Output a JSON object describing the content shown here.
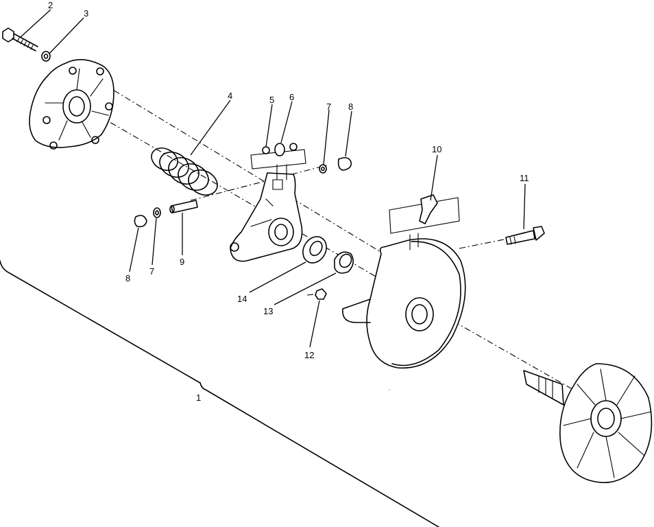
{
  "callouts": [
    {
      "id": "c1",
      "text": "1"
    },
    {
      "id": "c2",
      "text": "2"
    },
    {
      "id": "c3",
      "text": "3"
    },
    {
      "id": "c4",
      "text": "4"
    },
    {
      "id": "c5",
      "text": "5"
    },
    {
      "id": "c6",
      "text": "6"
    },
    {
      "id": "c7a",
      "text": "7"
    },
    {
      "id": "c8a",
      "text": "8"
    },
    {
      "id": "c10",
      "text": "10"
    },
    {
      "id": "c11",
      "text": "11"
    },
    {
      "id": "c8b",
      "text": "8"
    },
    {
      "id": "c7b",
      "text": "7"
    },
    {
      "id": "c9",
      "text": "9"
    },
    {
      "id": "c14",
      "text": "14"
    },
    {
      "id": "c13",
      "text": "13"
    },
    {
      "id": "c12",
      "text": "12"
    }
  ]
}
